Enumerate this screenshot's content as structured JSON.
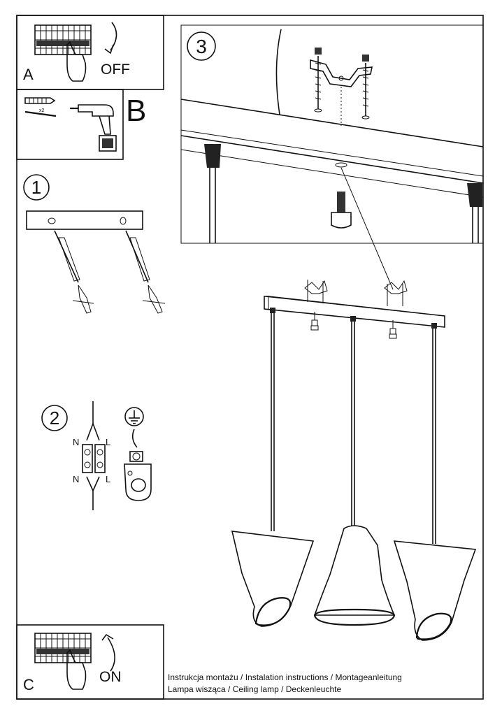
{
  "panels": {
    "a": {
      "letter": "A",
      "action": "OFF"
    },
    "b": {
      "letter": "B",
      "count_label": "x2"
    },
    "c": {
      "letter": "C",
      "action": "ON"
    }
  },
  "steps": {
    "step1": {
      "number": "1"
    },
    "step2": {
      "number": "2",
      "terminal_labels": {
        "n_top": "N",
        "l_top": "L",
        "n_bottom": "N",
        "l_bottom": "L"
      }
    },
    "step3": {
      "number": "3"
    }
  },
  "footer": {
    "line1": "Instrukcja montażu / Instalation instructions / Montageanleitung",
    "line2": "Lampa wisząca / Ceiling lamp / Deckenleuchte"
  }
}
